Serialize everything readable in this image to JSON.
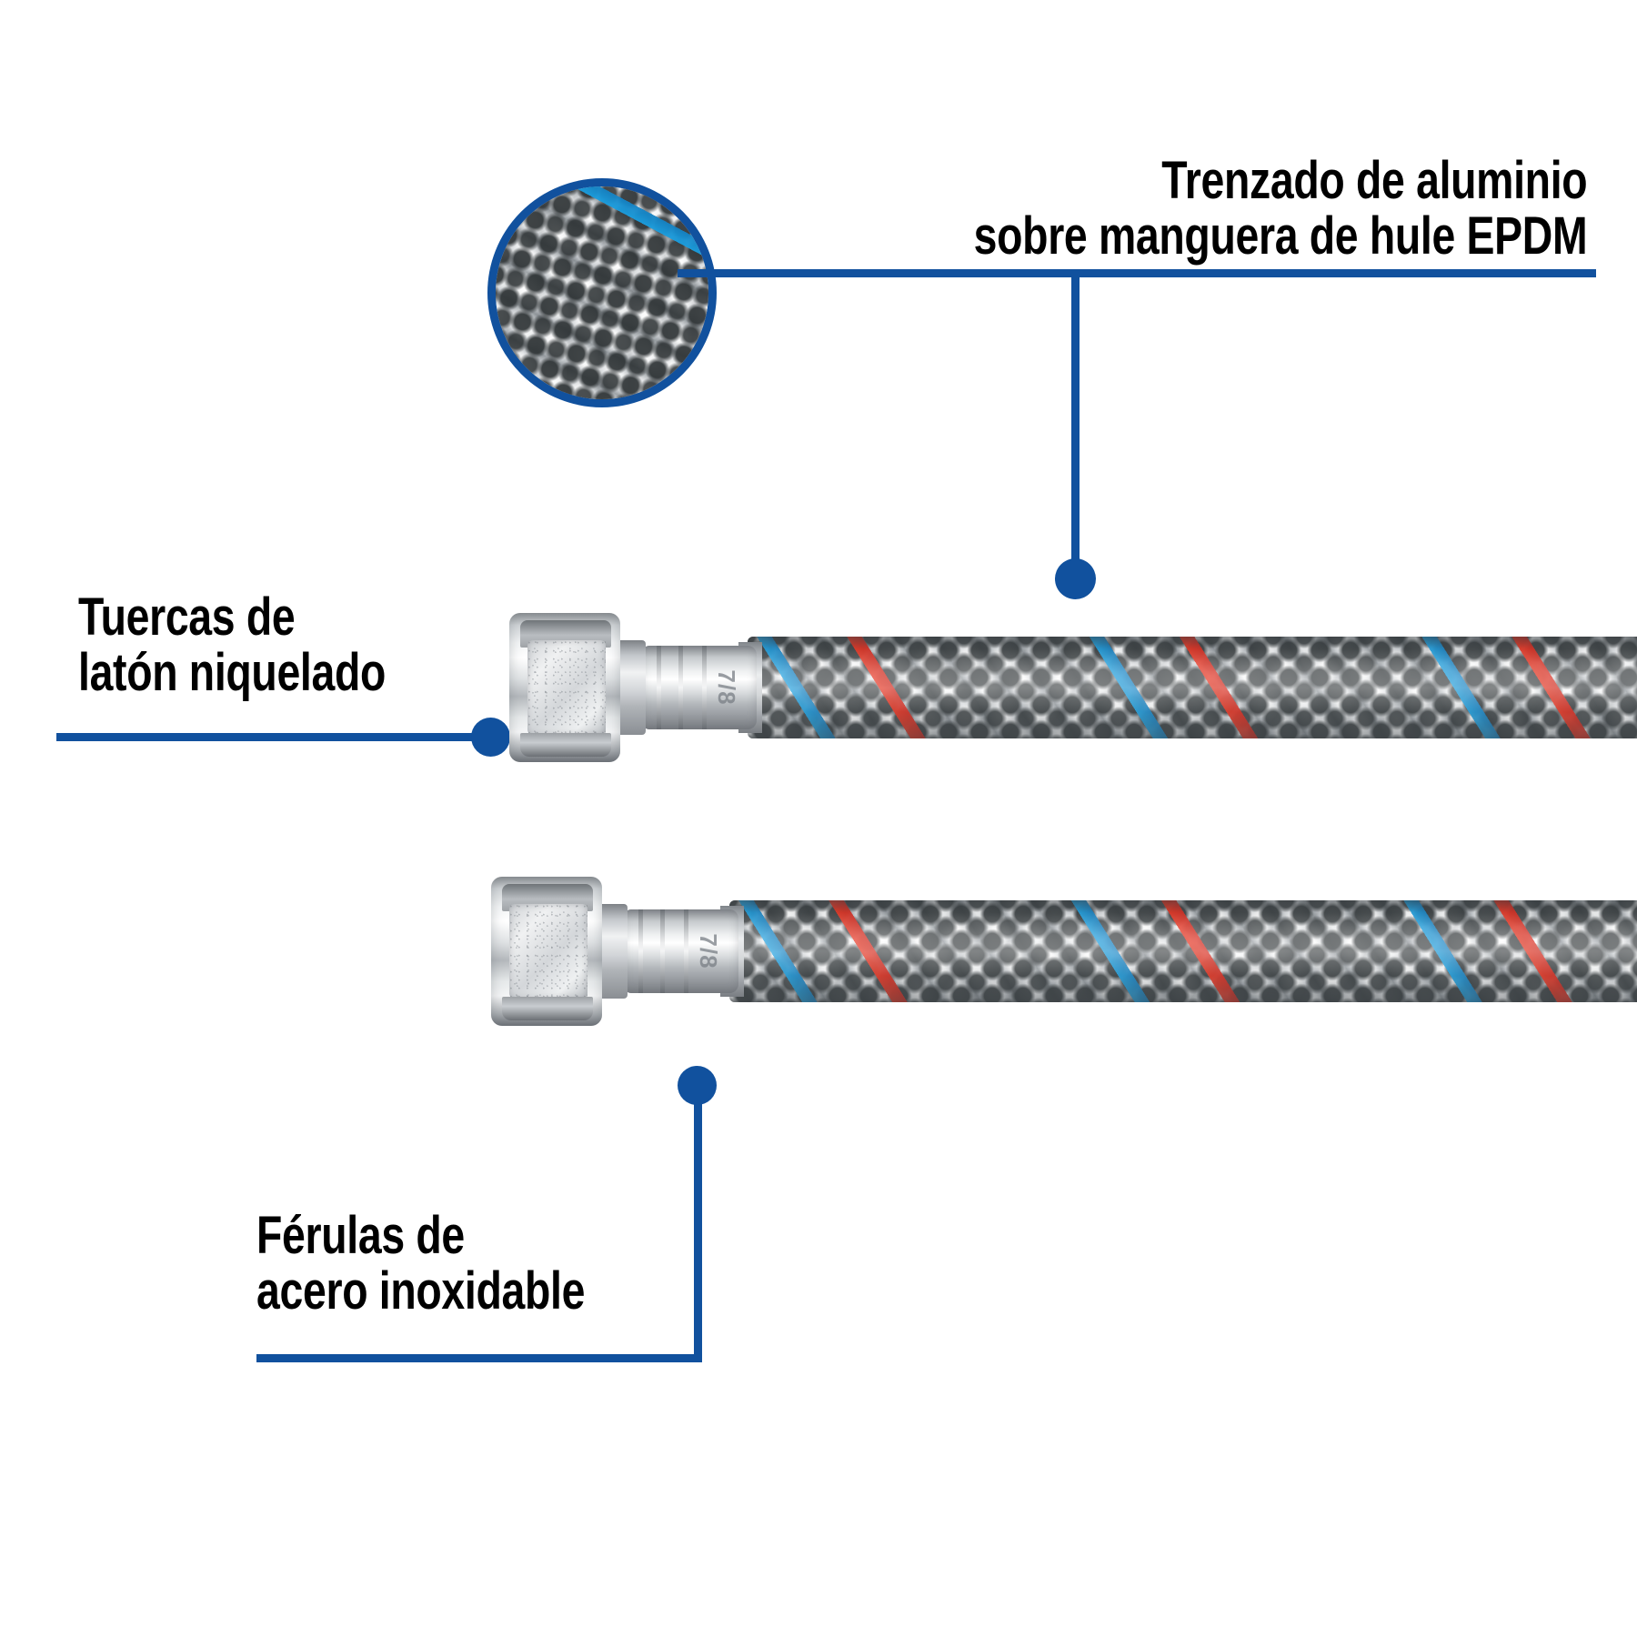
{
  "diagram": {
    "subject": "Manguera flexible trenzada con tuercas y férulas",
    "accent_color": "#11519e",
    "background_color": "#ffffff",
    "text_color": "#000000"
  },
  "callouts": [
    {
      "id": "braid",
      "line1": "Trenzado de aluminio",
      "line2": "sobre manguera de hule EPDM",
      "full_text": "Trenzado de aluminio sobre manguera de hule EPDM",
      "position": "top-right",
      "leader": "elbow-down-to-hose"
    },
    {
      "id": "nuts",
      "line1": "Tuercas de",
      "line2": "latón niquelado",
      "full_text": "Tuercas de latón niquelado",
      "position": "middle-left",
      "leader": "horizontal-right-to-nut"
    },
    {
      "id": "ferrules",
      "line1": "Férulas de",
      "line2": "acero inoxidable",
      "full_text": "Férulas de acero inoxidable",
      "position": "bottom-left",
      "leader": "elbow-up-to-ferrule"
    }
  ],
  "inset": {
    "name": "detalle-trenzado",
    "border_color": "#11519e",
    "description": "Acercamiento del trenzado",
    "strand_colors": [
      "#ffffff",
      "#c8ccd0",
      "#e8301c",
      "#1a9fe0",
      "#2e3335"
    ]
  },
  "hoses": [
    {
      "id": "hose-top",
      "nut_label": "tuerca-superior",
      "ferrule_mark": "7/8",
      "braid_colors": [
        "#ffffff",
        "#b9bdc0",
        "#e8301c",
        "#1a9fe0"
      ]
    },
    {
      "id": "hose-bottom",
      "nut_label": "tuerca-inferior",
      "ferrule_mark": "7/8",
      "braid_colors": [
        "#ffffff",
        "#b9bdc0",
        "#e8301c",
        "#1a9fe0"
      ]
    }
  ],
  "materials": {
    "braid": "aluminio",
    "inner_hose": "hule EPDM",
    "nuts": "latón niquelado",
    "ferrules": "acero inoxidable"
  }
}
